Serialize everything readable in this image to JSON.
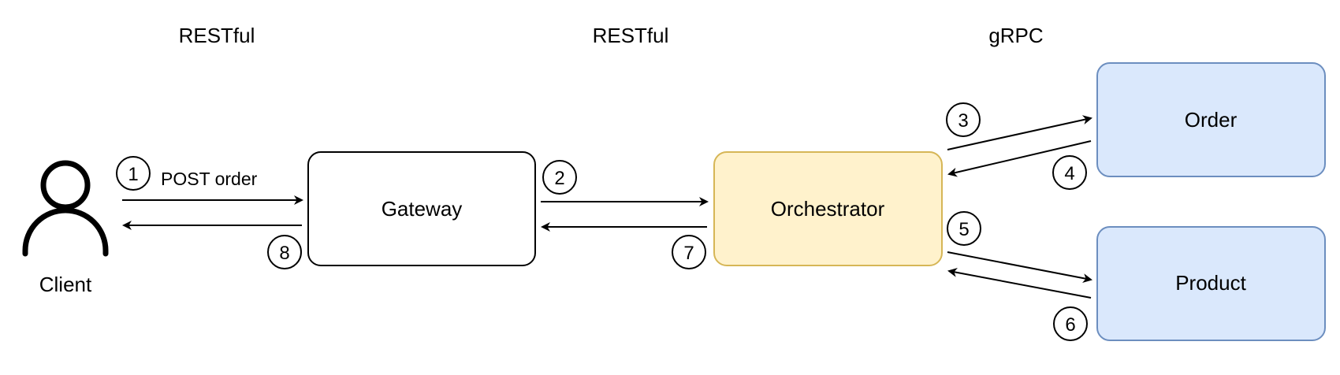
{
  "colors": {
    "default_fill": "#ffffff",
    "default_stroke": "#000000",
    "orchestrator_fill": "#fff2cc",
    "orchestrator_stroke": "#d6b656",
    "service_fill": "#dae8fc",
    "service_stroke": "#6c8ebf"
  },
  "protocols": {
    "client_gateway": "RESTful",
    "gateway_orchestrator": "RESTful",
    "orchestrator_services": "gRPC"
  },
  "actor": {
    "icon": "user-icon",
    "label": "Client"
  },
  "nodes": {
    "gateway": "Gateway",
    "orchestrator": "Orchestrator",
    "order": "Order",
    "product": "Product"
  },
  "edge_labels": {
    "step1": "POST order"
  },
  "steps": {
    "s1": "1",
    "s2": "2",
    "s3": "3",
    "s4": "4",
    "s5": "5",
    "s6": "6",
    "s7": "7",
    "s8": "8"
  }
}
